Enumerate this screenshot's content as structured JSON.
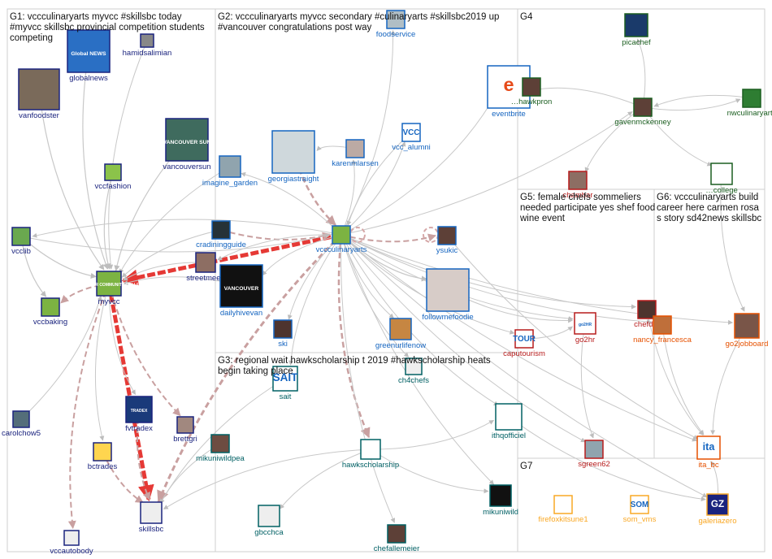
{
  "groups": [
    {
      "id": "G1",
      "lines": [
        "G1: vccculinaryarts myvcc #skillsbc today",
        "#myvcc skillsbc provincial competition students",
        "competing"
      ]
    },
    {
      "id": "G2",
      "lines": [
        "G2: vccculinaryarts myvcc secondary #culinaryarts #skillsbc2019 up",
        "#vancouver congratulations post way"
      ]
    },
    {
      "id": "G3",
      "lines": [
        "G3: regional wait hawkscholarship t 2019 #hawkscholarship heats",
        "begin taking place"
      ]
    },
    {
      "id": "G4",
      "lines": [
        "G4"
      ]
    },
    {
      "id": "G5",
      "lines": [
        "G5: female chefs sommeliers",
        "needed participate yes shef food",
        "wine event"
      ]
    },
    {
      "id": "G6",
      "lines": [
        "G6: vccculinaryarts build",
        "career here carmen rosa",
        "s story sd42news skillsbc"
      ]
    },
    {
      "id": "G7",
      "lines": [
        "G7"
      ]
    }
  ],
  "nodes": [
    {
      "id": "globalnews",
      "label": "globalnews",
      "color": "#1a237e",
      "img": "#2a6fc4",
      "text": "Global NEWS"
    },
    {
      "id": "hamidsalimian",
      "label": "hamidsalimian",
      "color": "#1a237e",
      "img": "#888888"
    },
    {
      "id": "vanfoodster",
      "label": "vanfoodster",
      "color": "#1a237e",
      "img": "#7a6a5a"
    },
    {
      "id": "vancouversun",
      "label": "vancouversun",
      "color": "#1a237e",
      "img": "#3f6b5e",
      "text": "VANCOUVER SUN"
    },
    {
      "id": "vccfashion",
      "label": "vccfashion",
      "color": "#1a237e",
      "img": "#8bc34a"
    },
    {
      "id": "vcclib",
      "label": "vcclib",
      "color": "#1a237e",
      "img": "#6aa84f"
    },
    {
      "id": "myvcc",
      "label": "myvcc",
      "color": "#1a237e",
      "img": "#7cb342",
      "text": "VANCOUVER COMMUNITY COLLEGE"
    },
    {
      "id": "vccbaking",
      "label": "vccbaking",
      "color": "#1a237e",
      "img": "#7cb342"
    },
    {
      "id": "cradiningguide",
      "label": "cradiningguide",
      "color": "#1565c0",
      "img": "#263238"
    },
    {
      "id": "streetmeet",
      "label": "streetmeett",
      "color": "#1a237e",
      "img": "#8d6e63"
    },
    {
      "id": "dailyhivevan",
      "label": "dailyhivevan",
      "color": "#1565c0",
      "img": "#111111",
      "text": "VANCOUVER"
    },
    {
      "id": "carolchow5",
      "label": "carolchow5",
      "color": "#1a237e",
      "img": "#546e7a"
    },
    {
      "id": "fvtradex",
      "label": "fvtradex",
      "color": "#1a237e",
      "img": "#1a3a7a",
      "text": "TRADEX"
    },
    {
      "id": "brettgri",
      "label": "brettgri",
      "color": "#1a237e",
      "img": "#a1887f"
    },
    {
      "id": "bctrades",
      "label": "bctrades",
      "color": "#1a237e",
      "img": "#ffd54f"
    },
    {
      "id": "skillsbc",
      "label": "skillsbc",
      "color": "#1a237e",
      "img": "#eeeeee"
    },
    {
      "id": "vccautobody",
      "label": "vccautobody",
      "color": "#1a237e",
      "img": "#eeeeee"
    },
    {
      "id": "imagine_garden",
      "label": "imagine_garden",
      "color": "#1565c0",
      "img": "#90a4ae"
    },
    {
      "id": "georgiastraight",
      "label": "georgiastraight",
      "color": "#1565c0",
      "img": "#cfd8dc"
    },
    {
      "id": "foodservice",
      "label": "foodservice",
      "color": "#1565c0",
      "img": "#b0bec5"
    },
    {
      "id": "karenmlarsen",
      "label": "karenmlarsen",
      "color": "#1565c0",
      "img": "#bcaaa4"
    },
    {
      "id": "vcc_alumni",
      "label": "vcc_alumni",
      "color": "#1565c0",
      "img": "#ffffff",
      "text": "VCC"
    },
    {
      "id": "vccculinaryarts",
      "label": "vccculinaryarts",
      "color": "#1565c0",
      "img": "#7cb342"
    },
    {
      "id": "ysukic",
      "label": "ysukic",
      "color": "#1565c0",
      "img": "#5d4037"
    },
    {
      "id": "followmefoodie",
      "label": "followmefoodie",
      "color": "#1565c0",
      "img": "#d7ccc8"
    },
    {
      "id": "ski",
      "label": "ski",
      "color": "#1565c0",
      "img": "#4e342e"
    },
    {
      "id": "greenurlifenow",
      "label": "greenurlifenow",
      "color": "#1565c0",
      "img": "#c68642"
    },
    {
      "id": "sait",
      "label": "sait",
      "color": "#006064",
      "img": "#ffffff",
      "text": "SAIT"
    },
    {
      "id": "ch4chefs",
      "label": "ch4chefs",
      "color": "#006064",
      "img": "#eeeeee"
    },
    {
      "id": "mikuniwildpea",
      "label": "mikuniwildpea",
      "color": "#006064",
      "img": "#6d4c41"
    },
    {
      "id": "hawkscholarship",
      "label": "hawkscholarship",
      "color": "#006064",
      "img": "#ffffff"
    },
    {
      "id": "gbcchca",
      "label": "gbcchca",
      "color": "#006064",
      "img": "#eeeeee"
    },
    {
      "id": "chefallemeier",
      "label": "chefallemeier",
      "color": "#006064",
      "img": "#5d4037"
    },
    {
      "id": "ithqofficiel",
      "label": "ithqofficiel",
      "color": "#006064",
      "img": "#ffffff"
    },
    {
      "id": "mikuniwild",
      "label": "mikuniwild",
      "color": "#006064",
      "img": "#111111"
    },
    {
      "id": "picachef",
      "label": "picachef",
      "color": "#1b5e20",
      "img": "#1a3a6a"
    },
    {
      "id": "nwculinaryarts",
      "label": "nwculinaryarts",
      "color": "#1b5e20",
      "img": "#2e7d32"
    },
    {
      "id": "eventbrite",
      "label": "eventbrite",
      "color": "#1565c0",
      "img": "#ffffff",
      "text": "e"
    },
    {
      "id": "gavenmckenney",
      "label": "gavenmckenney",
      "color": "#1b5e20",
      "img": "#5d4037"
    },
    {
      "id": "ecollege",
      "label": "…college",
      "color": "#1b5e20",
      "img": "#ffffff"
    },
    {
      "id": "chambar",
      "label": "chambar",
      "color": "#b71c1c",
      "img": "#8d6e63"
    },
    {
      "id": "caputourism",
      "label": "caputourism",
      "color": "#b71c1c",
      "img": "#ffffff",
      "text": "TOUR"
    },
    {
      "id": "go2hr",
      "label": "go2hr",
      "color": "#b71c1c",
      "img": "#ffffff",
      "text": "go2HR"
    },
    {
      "id": "chefdgr",
      "label": "chefdgr",
      "color": "#b71c1c",
      "img": "#4e342e"
    },
    {
      "id": "nancy_francesca",
      "label": "nancy_francesca",
      "color": "#e65100",
      "img": "#bf6f3a"
    },
    {
      "id": "go2jobboard",
      "label": "go2jobboard",
      "color": "#e65100",
      "img": "#795548"
    },
    {
      "id": "ita_bc",
      "label": "ita_bc",
      "color": "#e65100",
      "img": "#ffffff",
      "text": "ita"
    },
    {
      "id": "sgreen62",
      "label": "sgreen62",
      "color": "#b71c1c",
      "img": "#90a4ae"
    },
    {
      "id": "firefoxkitsune1",
      "label": "firefoxkitsune1",
      "color": "#f9a825",
      "img": "#ffffff"
    },
    {
      "id": "som_vms",
      "label": "som_vms",
      "color": "#f9a825",
      "img": "#ffffff",
      "text": "SOM"
    },
    {
      "id": "galeriazero",
      "label": "galeriazero",
      "color": "#f9a825",
      "img": "#1a237e",
      "text": "GZ"
    },
    {
      "id": "hawksr",
      "label": "…hawkpron",
      "color": "#1b5e20",
      "img": "#5d4037"
    }
  ]
}
